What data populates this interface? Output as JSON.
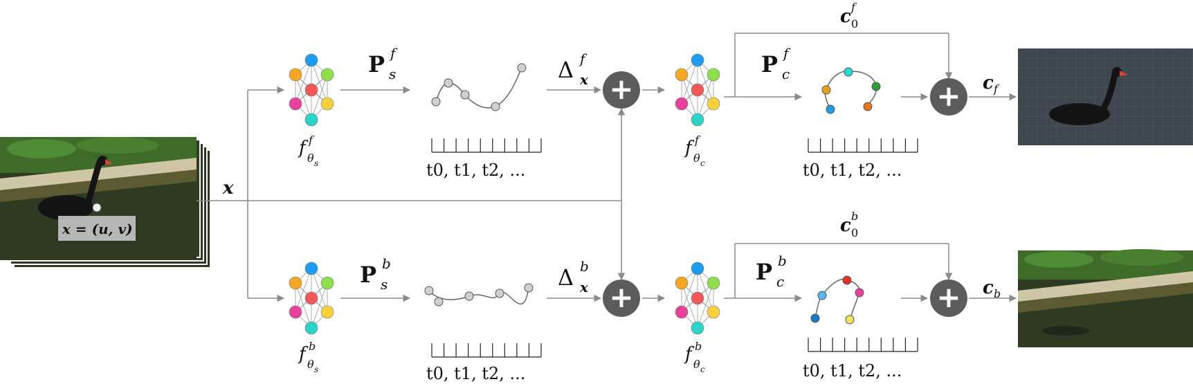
{
  "input": {
    "vector": "x",
    "coord_label": "x = (u, v)"
  },
  "photo_colors": {
    "foliage": "#3f6b2a",
    "wall": "#cfc6a6",
    "water": "#2f3a22",
    "swan": "#141414",
    "beak": "#d8413a",
    "reconstructed_bg": "#3e4650"
  },
  "foreground": {
    "mlp_shape": {
      "base": "f",
      "super": "f",
      "sub": "θ",
      "subsub": "s"
    },
    "shape_basis": {
      "base": "P",
      "super": "f",
      "sub": "s"
    },
    "delta": {
      "base": "Δ",
      "super": "f",
      "sub": "x"
    },
    "mlp_color": {
      "base": "f",
      "super": "f",
      "sub": "θ",
      "subsub": "c"
    },
    "color_basis": {
      "base": "P",
      "super": "f",
      "sub": "c"
    },
    "skip_label": {
      "base": "c",
      "super": "f",
      "sub": "0"
    },
    "output_label": {
      "base": "c",
      "sub": "f"
    },
    "time_axis": "t0, t1, t2, ...",
    "color_node_colors": [
      "#1b9fe8",
      "#e8a11b",
      "#25ddd0",
      "#2a9d35",
      "#e07a16"
    ]
  },
  "background": {
    "mlp_shape": {
      "base": "f",
      "super": "b",
      "sub": "θ",
      "subsub": "s"
    },
    "shape_basis": {
      "base": "P",
      "super": "b",
      "sub": "s"
    },
    "delta": {
      "base": "Δ",
      "super": "b",
      "sub": "x"
    },
    "mlp_color": {
      "base": "f",
      "super": "b",
      "sub": "θ",
      "subsub": "c"
    },
    "color_basis": {
      "base": "P",
      "super": "b",
      "sub": "c"
    },
    "skip_label": {
      "base": "c",
      "super": "b",
      "sub": "0"
    },
    "output_label": {
      "base": "c",
      "sub": "b"
    },
    "time_axis": "t0, t1, t2, ...",
    "color_node_colors": [
      "#1b7bc0",
      "#5ab8f0",
      "#e63022",
      "#e8439a",
      "#f2e35a"
    ]
  },
  "mlp_node_colors": [
    "#1d9cf0",
    "#f5a623",
    "#8ee04a",
    "#f2575a",
    "#e8419c",
    "#f7d13a",
    "#2bd4c6"
  ],
  "plus_symbol": "+"
}
